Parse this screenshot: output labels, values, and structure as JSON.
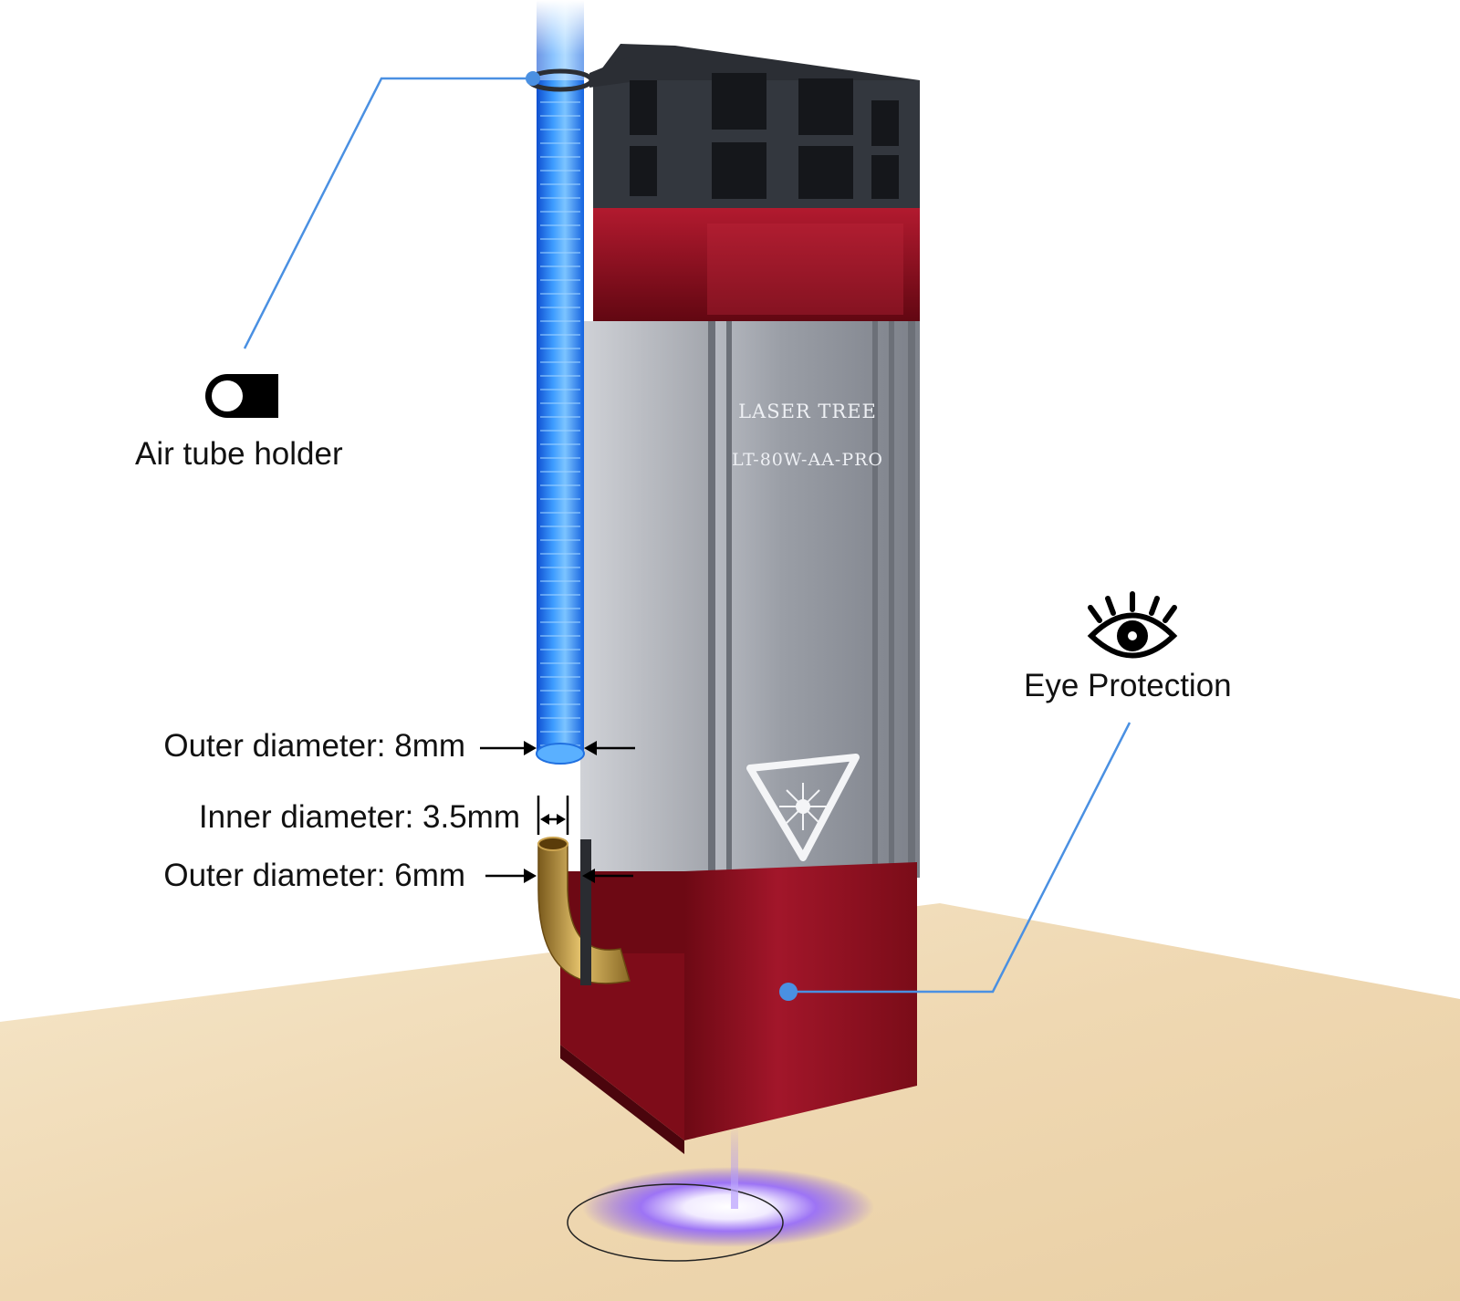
{
  "brand_text": "LASER TREE",
  "model_text": "LT-80W-AA-PRO",
  "features": {
    "air_tube_holder": {
      "label": "Air tube holder",
      "icon": "toggle-icon"
    },
    "eye_protection": {
      "label": "Eye Protection",
      "icon": "eye-icon"
    }
  },
  "dimensions": {
    "tube_outer": "Outer diameter: 8mm",
    "nozzle_inner": "Inner diameter: 3.5mm",
    "nozzle_outer": "Outer diameter: 6mm"
  },
  "colors": {
    "callout_line": "#4a90e2",
    "air_tube": "#2e86f0",
    "housing_red": "#8c0e1c",
    "housing_grey": "#8f939c",
    "fan_black": "#2b2e34",
    "brass_nozzle": "#b8923a",
    "table_wood": "#f0dcb8",
    "laser_glow": "#8a5cf0"
  }
}
